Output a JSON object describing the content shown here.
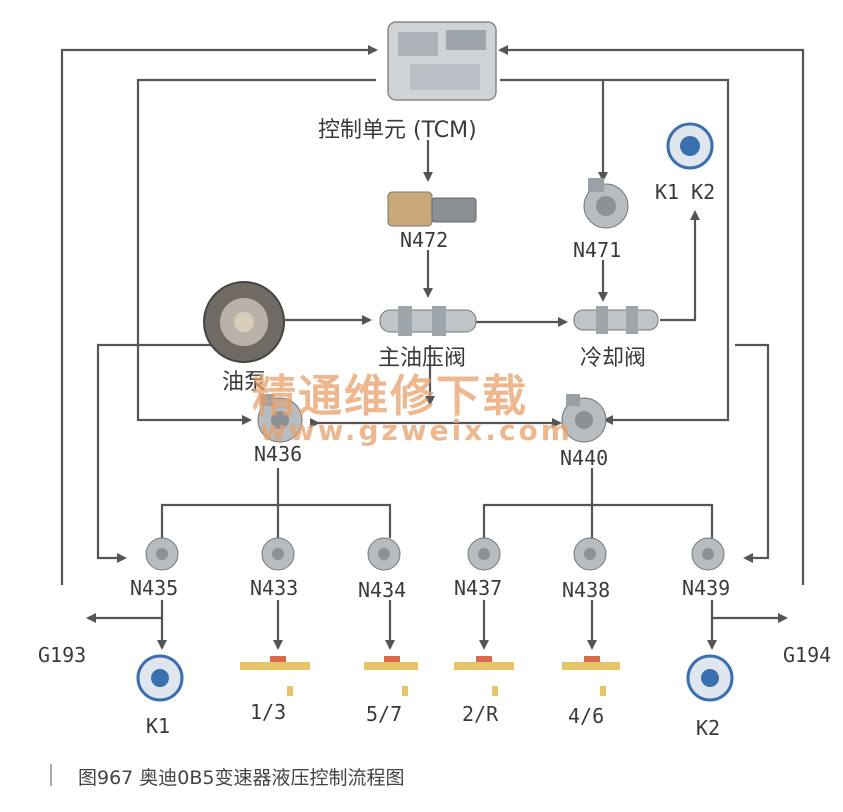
{
  "diagram": {
    "tcm_label": "控制单元 (TCM)",
    "n472": "N472",
    "n471": "N471",
    "k1k2": "K1 K2",
    "main_valve": "主油压阀",
    "cooling_valve": "冷却阀",
    "oil_pump": "油泵",
    "n436": "N436",
    "n440": "N440",
    "n435": "N435",
    "n433": "N433",
    "n434": "N434",
    "n437": "N437",
    "n438": "N438",
    "n439": "N439",
    "g193": "G193",
    "g194": "G194",
    "out_k1": "K1",
    "out_13": "1/3",
    "out_57": "5/7",
    "out_2r": "2/R",
    "out_46": "4/6",
    "out_k2": "K2"
  },
  "watermark": {
    "line1": "精通维修下载",
    "line2": "www.gzweix.com"
  },
  "caption": "图967  奥迪0B5变速器液压控制流程图",
  "colors": {
    "line": "#555555",
    "watermark": "#e8a06a",
    "valve": "#9aa0a6",
    "clutch": "#3a6fb0",
    "gear": "#e6c56a"
  }
}
